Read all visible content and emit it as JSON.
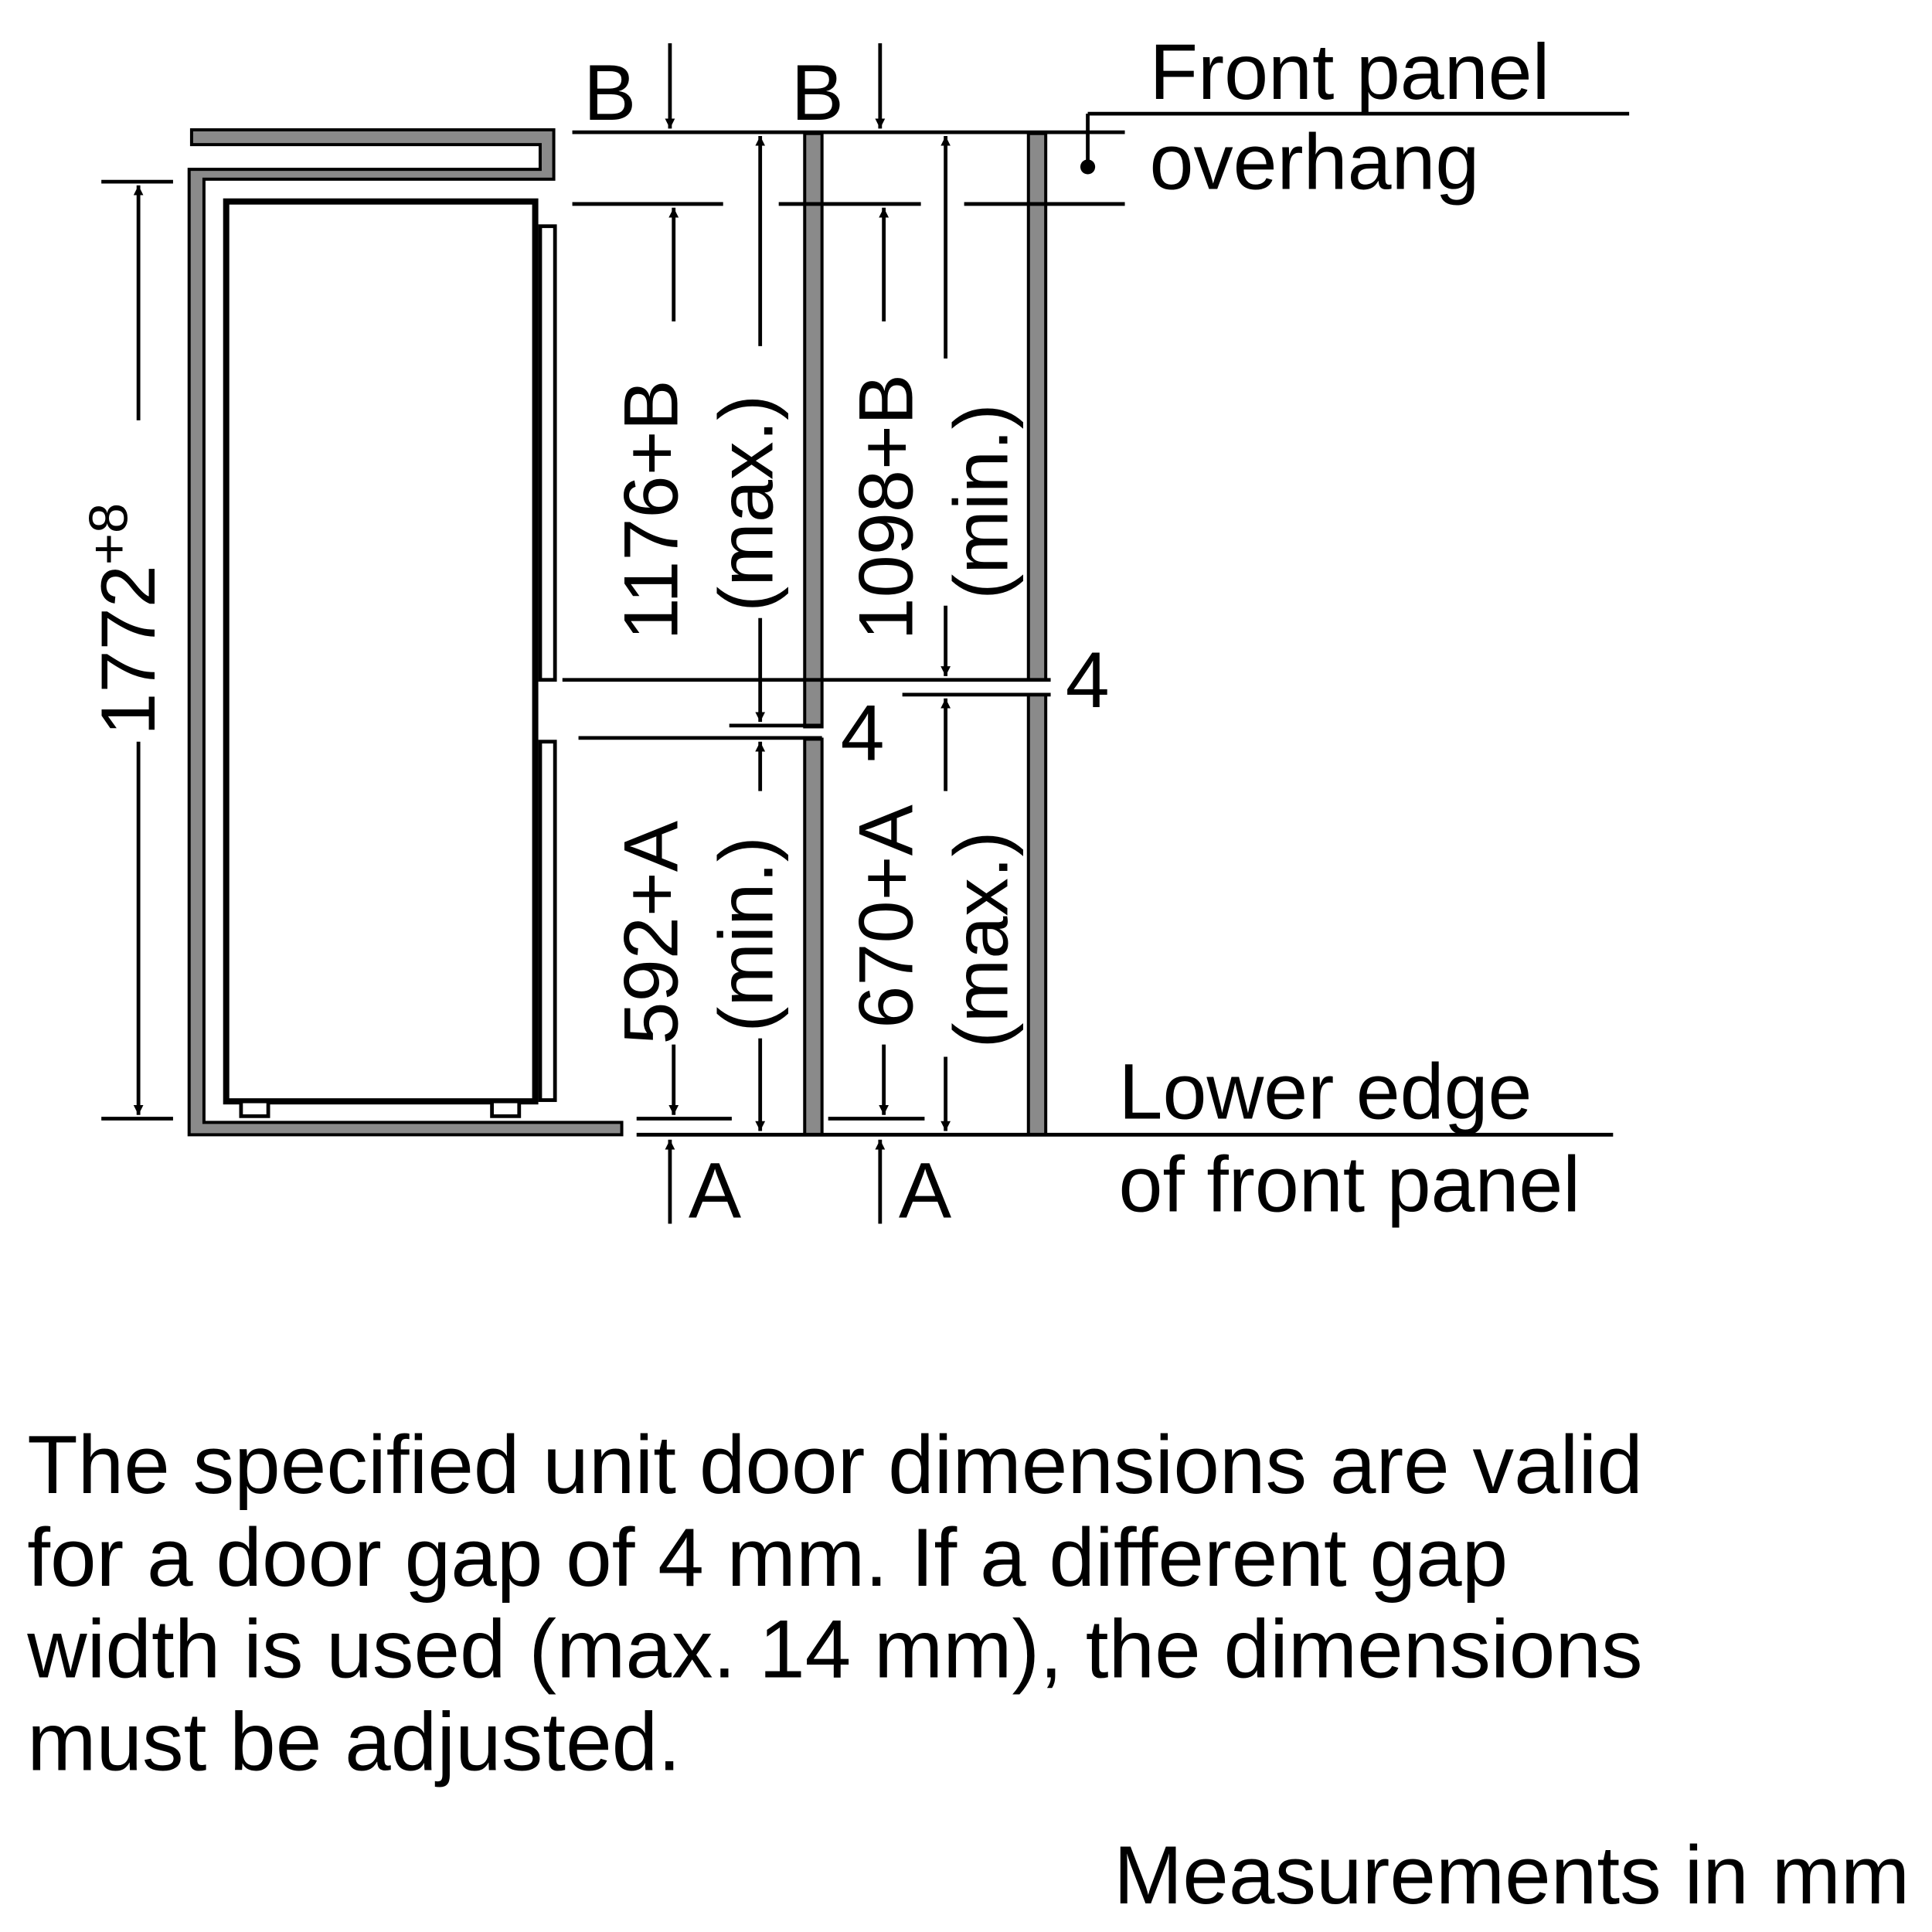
{
  "labels": {
    "b_top_left": "B",
    "b_top_right": "B",
    "front_panel_overhang_1": "Front panel",
    "front_panel_overhang_2": "overhang",
    "lower_edge_1": "Lower edge",
    "lower_edge_2": "of front panel",
    "a_bottom_left": "A",
    "a_bottom_right": "A",
    "gap_upper": "4",
    "gap_lower": "4"
  },
  "dimensions": {
    "total_height_base": "1772",
    "total_height_tol": "+8",
    "upper_left": "1176+B",
    "upper_left_note": "(max.)",
    "upper_right": "1098+B",
    "upper_right_note": "(min.)",
    "lower_left": "592+A",
    "lower_left_note": "(min.)",
    "lower_right": "670+A",
    "lower_right_note": "(max.)"
  },
  "note_lines": [
    "The specified unit door dimensions are valid",
    "for a door gap of 4 mm. If a different gap",
    "width is used (max. 14 mm), the dimensions",
    "must be adjusted."
  ],
  "units": "Measurements in mm"
}
